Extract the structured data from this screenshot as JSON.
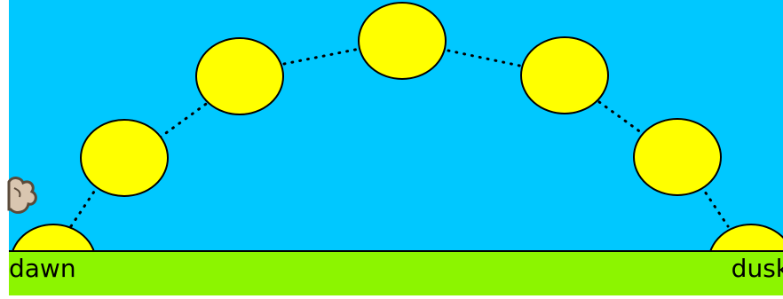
{
  "labels": {
    "start": "dawn",
    "end": "dusk"
  },
  "colors": {
    "sky": "#00C8FF",
    "ground": "#8CF500",
    "sun": "#FFFF00",
    "outline": "#000000",
    "cloud": "#D9C6B0"
  },
  "sun_positions_count": 7
}
